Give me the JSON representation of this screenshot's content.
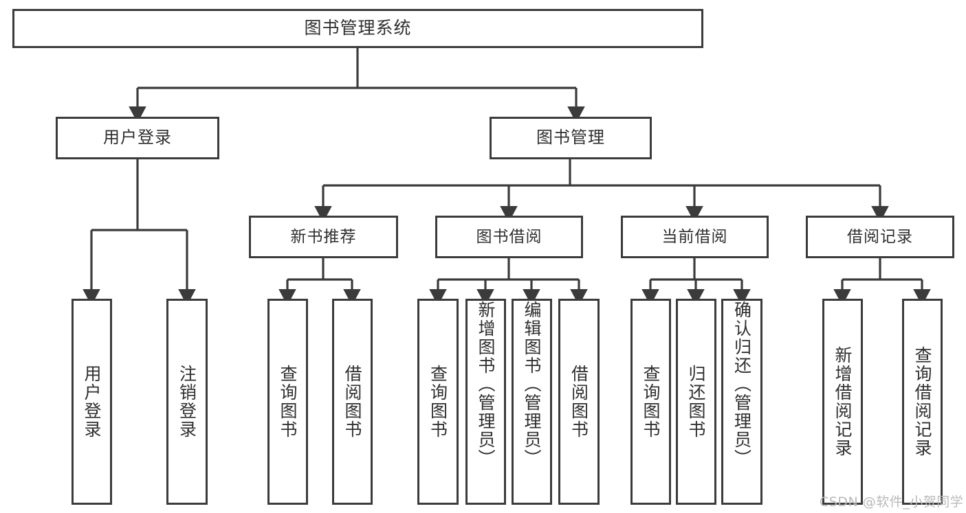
{
  "diagram": {
    "title": "图书管理系统",
    "type": "functional-decomposition-tree",
    "root": {
      "label": "图书管理系统"
    },
    "level1": [
      {
        "label": "用户登录"
      },
      {
        "label": "图书管理"
      }
    ],
    "level2": [
      {
        "label": "新书推荐"
      },
      {
        "label": "图书借阅"
      },
      {
        "label": "当前借阅"
      },
      {
        "label": "借阅记录"
      }
    ],
    "leaves": {
      "user_login": [
        {
          "label": "用户登录"
        },
        {
          "label": "注销登录"
        }
      ],
      "new_book_recommend": [
        {
          "label": "查询图书"
        },
        {
          "label": "借阅图书"
        }
      ],
      "book_borrow": [
        {
          "label": "查询图书"
        },
        {
          "label": "新增图书（管理员）"
        },
        {
          "label": "编辑图书（管理员）"
        },
        {
          "label": "借阅图书"
        }
      ],
      "current_borrow": [
        {
          "label": "查询图书"
        },
        {
          "label": "归还图书"
        },
        {
          "label": "确认归还（管理员）"
        }
      ],
      "borrow_record": [
        {
          "label": "新增借阅记录"
        },
        {
          "label": "查询借阅记录"
        }
      ]
    }
  },
  "watermark": {
    "text": "CSDN @软件_小贺同学"
  },
  "colors": {
    "stroke": "#3b3b3b",
    "background": "#ffffff",
    "text": "#2f2f2f",
    "watermark": "#b9b9b9"
  }
}
